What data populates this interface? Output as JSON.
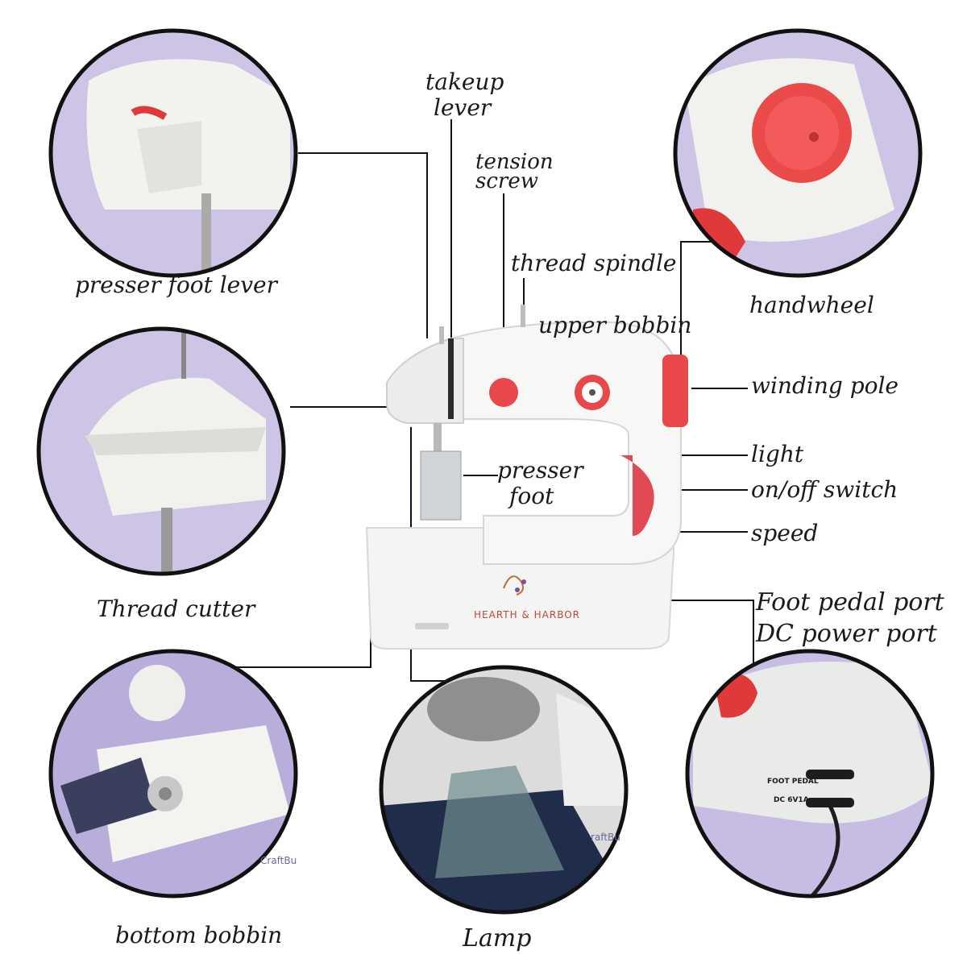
{
  "labels": {
    "takeup_lever": [
      "takeup",
      "lever"
    ],
    "tension_screw": [
      "tension",
      "screw"
    ],
    "thread_spindle": "thread spindle",
    "upper_bobbin": "upper bobbin",
    "presser_foot_lever": "presser foot lever",
    "handwheel": "handwheel",
    "winding_pole": "winding pole",
    "light": "light",
    "on_off_switch": "on/off switch",
    "speed": "speed",
    "presser_foot": [
      "presser",
      "foot"
    ],
    "thread_cutter": "Thread cutter",
    "foot_pedal_port": "Foot pedal port",
    "dc_power_port": "DC power port",
    "bottom_bobbin": "bottom bobbin",
    "lamp": "Lamp"
  },
  "brand": {
    "name": "HEARTH & HARBOR"
  },
  "photo_text": {
    "foot_pedal": "FOOT PEDAL",
    "dc": "DC 6V1A",
    "craft_left": "CraftBu",
    "craft_mid": "raftBu"
  },
  "colors": {
    "accent_red": "#e8484a",
    "machine_white": "#f4f4f2",
    "lavender": "#c9bfe3",
    "line": "#111111"
  }
}
